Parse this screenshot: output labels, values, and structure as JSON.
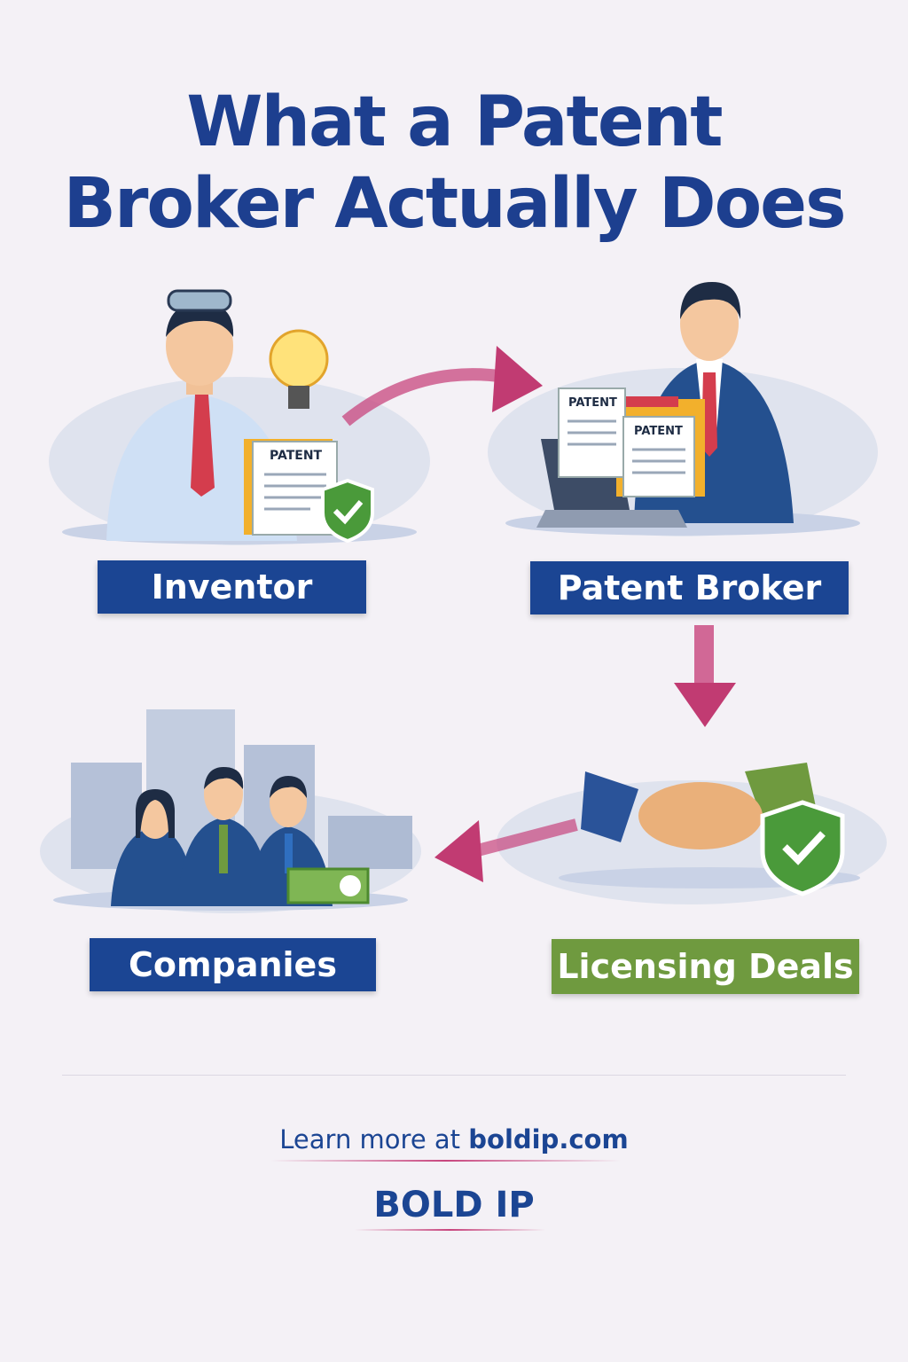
{
  "title": {
    "line1": "What a Patent",
    "line2": "Broker Actually Does"
  },
  "steps": [
    {
      "label": "Inventor",
      "doc_label": "PATENT"
    },
    {
      "label": "Patent Broker",
      "doc_label": "PATENT",
      "doc_label_2": "PATENT"
    },
    {
      "label": "Licensing Deals"
    },
    {
      "label": "Companies"
    }
  ],
  "footer": {
    "learn_prefix": "Learn more at",
    "learn_link": "boldip.com",
    "brand": "BOLD IP"
  },
  "colors": {
    "primary": "#1b4593",
    "accent": "#c8467e",
    "green": "#6f9a3f",
    "background": "#f4f1f6"
  }
}
